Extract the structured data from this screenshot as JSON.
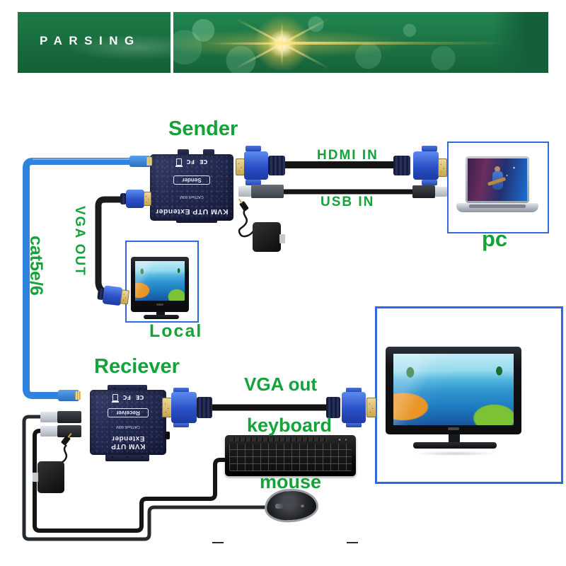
{
  "banner": {
    "brand": "PARSING"
  },
  "labels": {
    "sender_heading": "Sender",
    "receiver_heading": "Reciever",
    "hdmi_in": "HDMI IN",
    "usb_in": "USB IN",
    "pc": "pc",
    "vga_out_vertical": "VGA OUT",
    "cat5e": "cat5e/6",
    "local": "Local",
    "vga_out": "VGA out",
    "keyboard": "keyboard",
    "mouse": "mouse"
  },
  "device": {
    "product": "KVM UTP Extender",
    "spec": "CAT5e/6 60M",
    "sender_role": "Sender",
    "receiver_role": "Receiver",
    "mark_ce": "CE",
    "mark_fc": "FC"
  },
  "colors": {
    "label_green": "#13a339",
    "box_border_blue": "#2e6be0",
    "cat5e_cable_blue": "#2f82dd",
    "banner_green": "#1c7a49",
    "flare_gold": "#f7c93f",
    "device_navy": "#20264a"
  }
}
